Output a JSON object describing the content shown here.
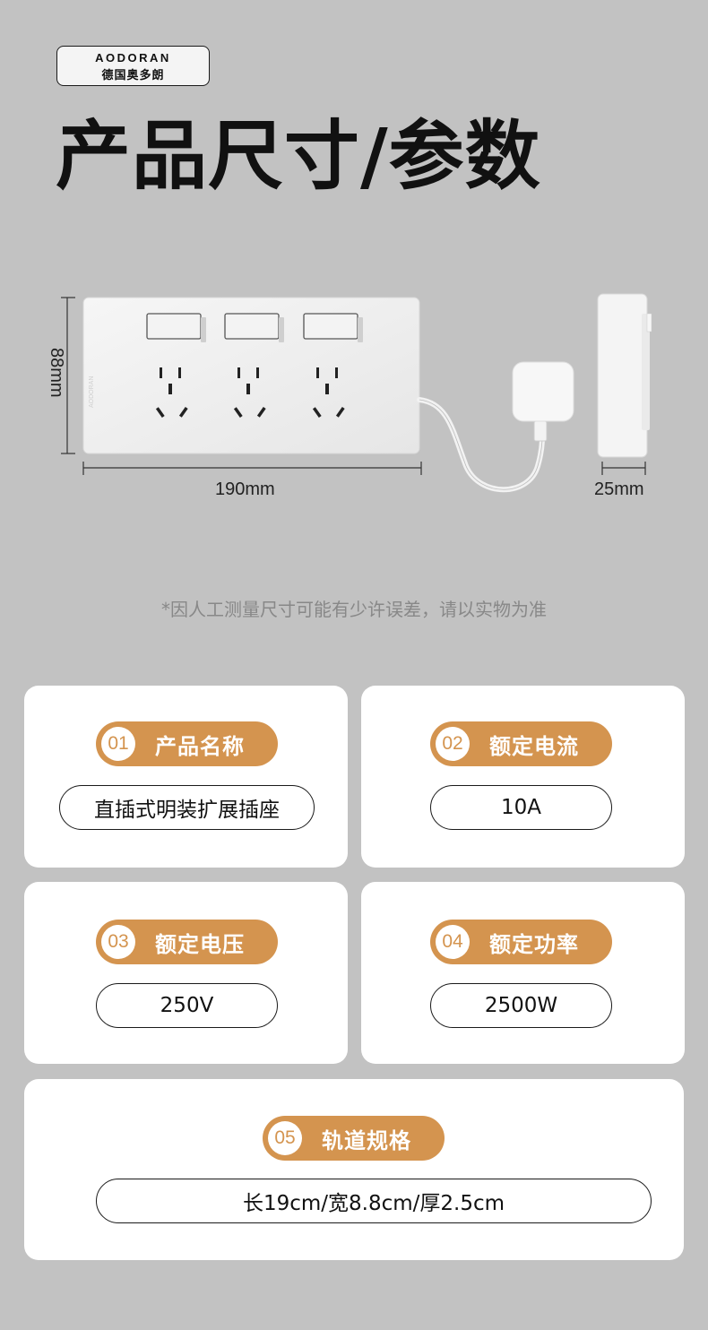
{
  "brand": {
    "name_en": "AODORAN",
    "name_cn": "德国奥多朗"
  },
  "title": "产品尺寸/参数",
  "dimensions": {
    "width": "190mm",
    "height": "88mm",
    "depth": "25mm"
  },
  "disclaimer": "*因人工测量尺寸可能有少许误差，请以实物为准",
  "colors": {
    "background": "#c2c2c2",
    "accent": "#d4944f",
    "card": "#ffffff"
  },
  "specs": [
    {
      "num": "01",
      "label": "产品名称",
      "value": "直插式明装扩展插座"
    },
    {
      "num": "02",
      "label": "额定电流",
      "value": "10A"
    },
    {
      "num": "03",
      "label": "额定电压",
      "value": "250V"
    },
    {
      "num": "04",
      "label": "额定功率",
      "value": "2500W"
    },
    {
      "num": "05",
      "label": "轨道规格",
      "value": "长19cm/宽8.8cm/厚2.5cm"
    }
  ]
}
